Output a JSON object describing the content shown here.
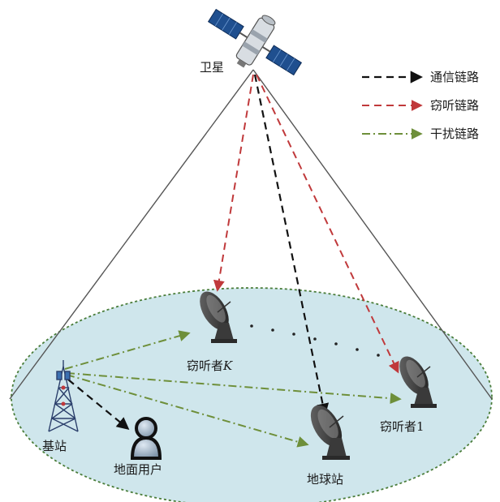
{
  "labels": {
    "satellite": "卫星",
    "base_station": "基站",
    "ground_user": "地面用户",
    "eavesdropper_k_prefix": "窃听者",
    "eavesdropper_k_suffix": "K",
    "eavesdropper_1": "窃听者1",
    "earth_station": "地球站",
    "dots": "· · · · · · ·"
  },
  "legend": [
    {
      "label": "通信链路",
      "color": "#111111",
      "style": "dashed"
    },
    {
      "label": "窃听链路",
      "color": "#c0393b",
      "style": "dashed"
    },
    {
      "label": "干扰链路",
      "color": "#6e8f3a",
      "style": "dashdot"
    }
  ],
  "colors": {
    "coverage_fill": "#cfe6ec",
    "coverage_border": "#4a7d3a",
    "beam_lines": "#555555"
  }
}
